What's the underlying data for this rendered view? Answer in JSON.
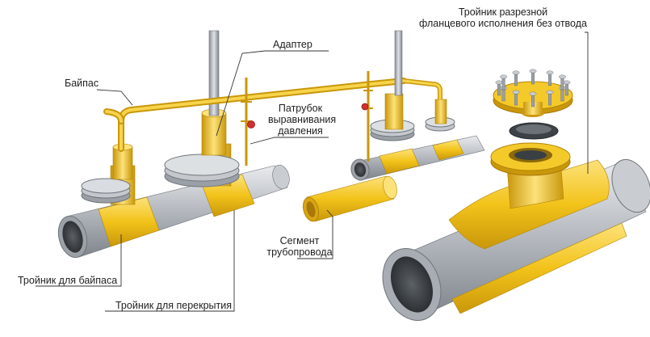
{
  "labels": {
    "bypass": "Байпас",
    "adapter": "Адаптер",
    "pressure_line1": "Патрубок",
    "pressure_line2": "выравнивания",
    "pressure_line3": "давления",
    "tee_flanged_line1": "Тройник разрезной",
    "tee_flanged_line2": "фланцевого исполнения без отвода",
    "segment_line1": "Сегмент",
    "segment_line2": "трубопровода",
    "tee_bypass": "Тройник для байпаса",
    "tee_shutoff": "Тройник для перекрытия"
  },
  "colors": {
    "steel": "#b9bdc3",
    "steel_dark": "#7f858c",
    "yellow": "#f2c31a",
    "yellow_dark": "#c9970a",
    "leader": "#333333"
  }
}
